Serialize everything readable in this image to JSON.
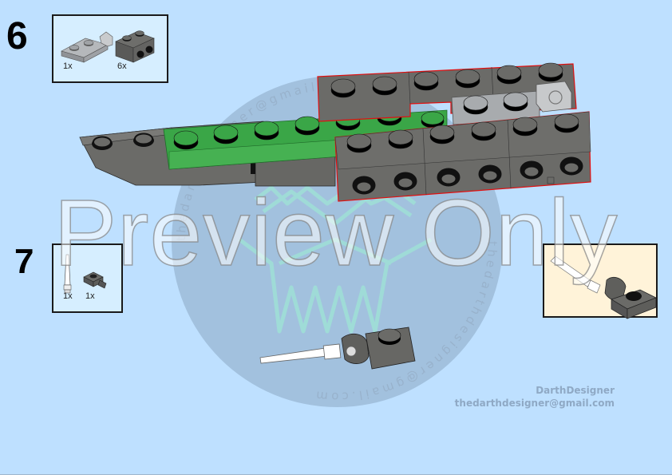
{
  "page": {
    "background": "#bee0ff"
  },
  "step6": {
    "number": "6",
    "parts": [
      {
        "name": "plate-1x2-hinge-light-gray",
        "qty": "1x"
      },
      {
        "name": "bracket-1x2-dark-gray",
        "qty": "6x"
      }
    ]
  },
  "step7": {
    "number": "7",
    "parts": [
      {
        "name": "white-antenna-bar",
        "qty": "1x"
      },
      {
        "name": "plate-clip-dark-gray",
        "qty": "1x"
      }
    ]
  },
  "watermark": {
    "overlay_text": "Preview Only",
    "ring_text": "thedarthdesigner@gmail.com"
  },
  "credit": {
    "author": "DarthDesigner",
    "email": "thedarthdesigner@gmail.com"
  },
  "colors": {
    "dark_gray": "#6b6b68",
    "light_gray": "#a8abae",
    "green": "#3aa647",
    "red_outline": "#e01010",
    "callout_bg": "#fff3d9",
    "parts_box_bg": "#d6eeff"
  }
}
